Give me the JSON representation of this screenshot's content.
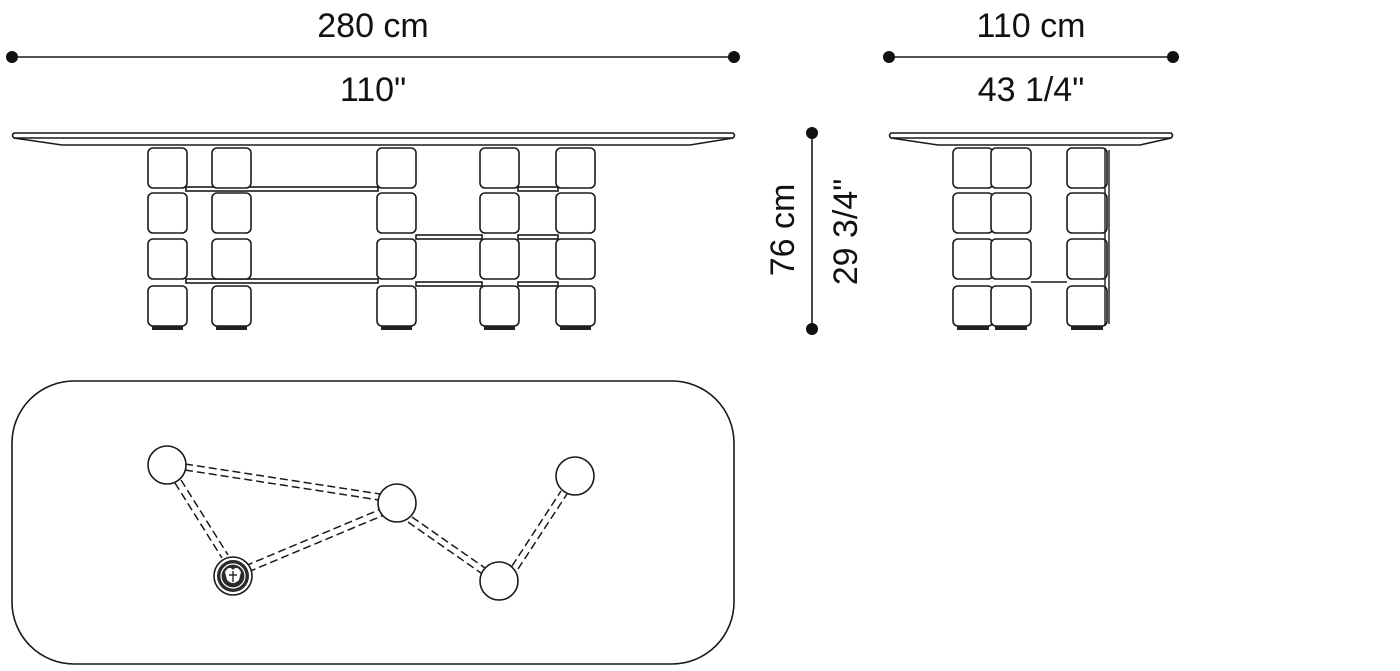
{
  "dimensions": {
    "front_width_cm": "280 cm",
    "front_width_in": "110\"",
    "side_width_cm": "110 cm",
    "side_width_in": "43 1/4\"",
    "height_cm": "76 cm",
    "height_in": "29 3/4\""
  },
  "colors": {
    "line": "#1a1a1a",
    "background": "#ffffff"
  },
  "logo": {
    "icon": "brand-logo-icon"
  }
}
